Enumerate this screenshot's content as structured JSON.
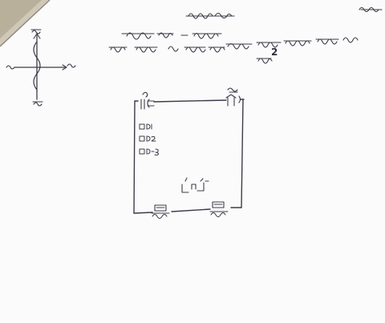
{
  "sheet": {
    "paper_color": "#fbfbfb",
    "ink_color": "#3c3c4a",
    "visible_text": {
      "sign_number": "2"
    },
    "handwritten_lines": [
      "heading",
      "line-1",
      "line-2",
      "line-3",
      "corner-note"
    ],
    "compass": {
      "arms": 4
    },
    "room_plan": {
      "left_checkbox_count": 3,
      "wall_symbols": 4,
      "centre_symbols": 2
    }
  }
}
